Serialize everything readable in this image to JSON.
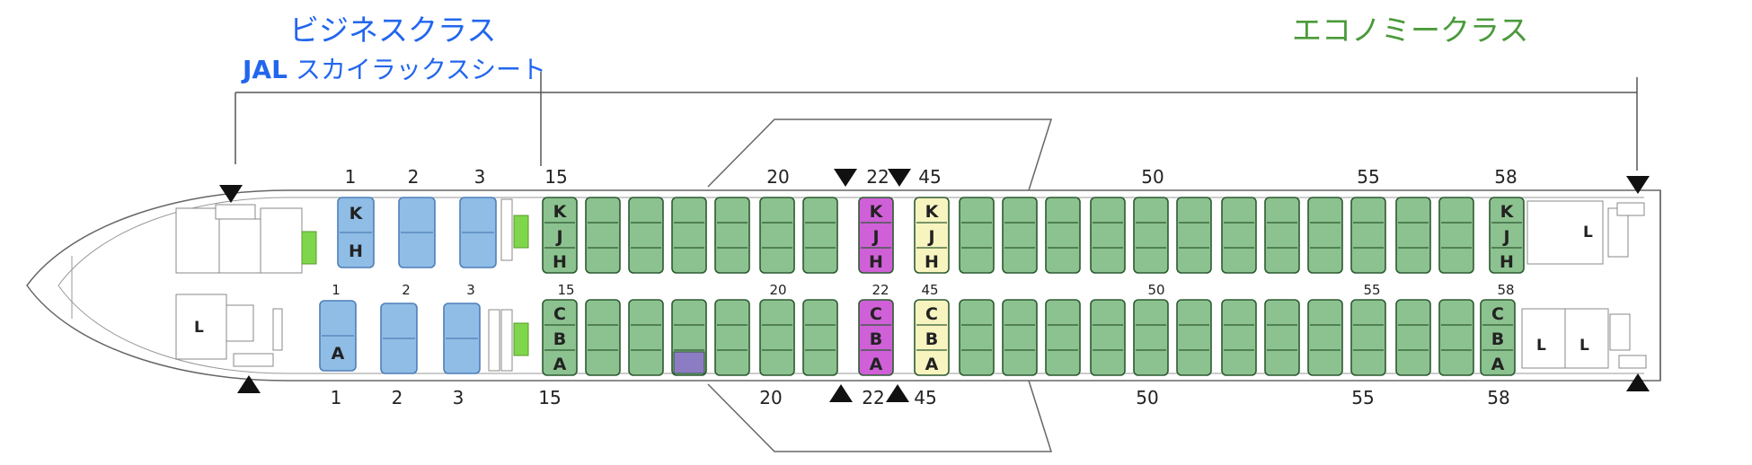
{
  "business": {
    "title": "ビジネスクラス",
    "product_brand": "JAL",
    "product_name": "スカイラックスシート",
    "color": "#2266ee"
  },
  "economy": {
    "title": "エコノミークラス",
    "color": "#4a9a3a"
  },
  "colors": {
    "business_seat": "#8fbde6",
    "economy_seat": "#8cc28f",
    "economy_seat_border": "#2d5a32",
    "exit_row_seat": "#f8f4c0",
    "class_j_seat": "#d060d8",
    "purple_seat": "#8c7cc4",
    "closet": "#7fd64a"
  },
  "lavatory_label": "L",
  "top_row_numbers": [
    "1",
    "2",
    "3",
    "15",
    "20",
    "22",
    "45",
    "50",
    "55",
    "58"
  ],
  "middle_row_numbers": [
    "1",
    "2",
    "3",
    "15",
    "20",
    "22",
    "45",
    "50",
    "55",
    "58"
  ],
  "bottom_row_numbers": [
    "1",
    "2",
    "3",
    "15",
    "20",
    "22",
    "45",
    "50",
    "55",
    "58"
  ],
  "business_seat_letters_upper": [
    "K",
    "H"
  ],
  "business_seat_letters_lower": [
    "A"
  ],
  "economy_seat_letters_upper": [
    "K",
    "J",
    "H"
  ],
  "economy_seat_letters_lower": [
    "C",
    "B",
    "A"
  ]
}
